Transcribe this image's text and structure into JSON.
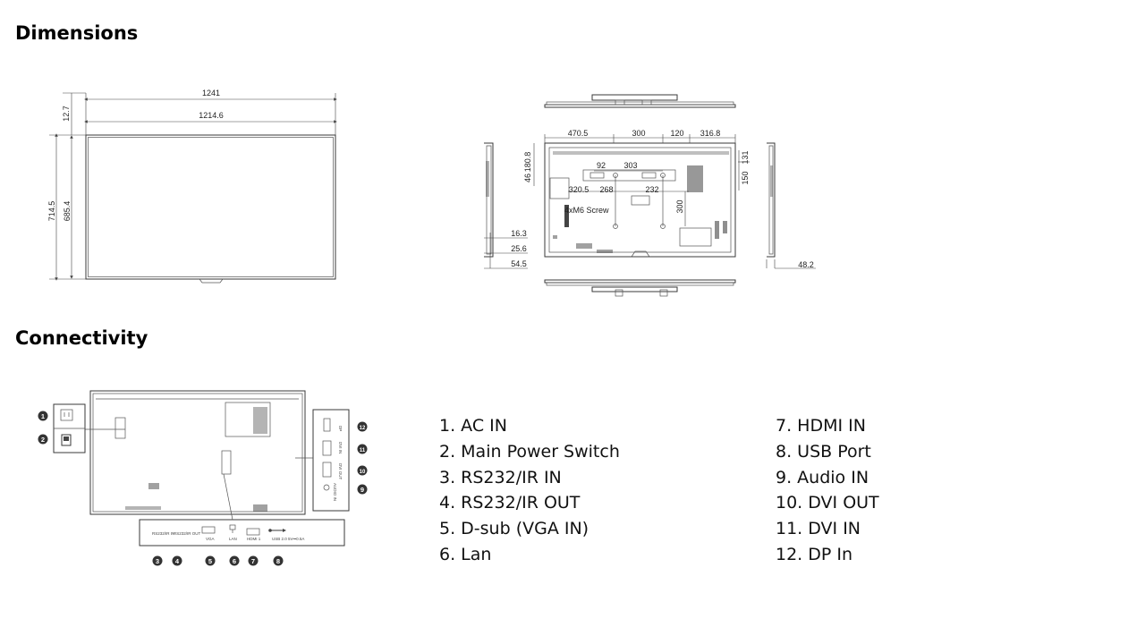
{
  "sections": {
    "dimensions_title": "Dimensions",
    "connectivity_title": "Connectivity"
  },
  "front_view": {
    "dims": {
      "width_outer": "1241",
      "width_inner": "1214.6",
      "bezel_top": "12.7",
      "height_outer": "714.5",
      "height_inner": "685.4"
    }
  },
  "rear_view": {
    "dims": {
      "d1": "470.5",
      "d2": "300",
      "d3": "120",
      "d4": "316.8",
      "d5": "92",
      "d6": "303",
      "d7": "131",
      "d8": "46",
      "d9": "180.8",
      "d10": "320.5",
      "d11": "268",
      "d12": "232",
      "d13": "150",
      "d14": "300",
      "screw": "4xM6 Screw",
      "s1": "16.3",
      "s2": "25.6",
      "s3": "54.5",
      "depth": "48.2"
    }
  },
  "panel_labels": {
    "rs232_in": "RS232/IR IN",
    "rs232_out": "RS232/IR OUT",
    "vga": "VGA",
    "lan": "LAN",
    "hdmi": "HDMI 1",
    "usb": "USB 2.0 5V⎓0.5A",
    "dp": "DP",
    "dvi_in": "DVI IN",
    "dvi_out": "DVI OUT",
    "audio_in": "AUDIO IN"
  },
  "badges": [
    "1",
    "2",
    "3",
    "4",
    "5",
    "6",
    "7",
    "8",
    "9",
    "10",
    "11",
    "12"
  ],
  "connectivity_list": {
    "left": [
      "1. AC IN",
      "2. Main Power Switch",
      "3. RS232/IR IN",
      "4. RS232/IR OUT",
      "5. D-sub (VGA IN)",
      "6. Lan"
    ],
    "right": [
      "7. HDMI IN",
      "8. USB Port",
      "9. Audio IN",
      "10. DVI OUT",
      "11. DVI IN",
      "12. DP In"
    ]
  },
  "icons": [
    "power-plug-icon",
    "power-switch-icon",
    "usb-icon",
    "lan-icon"
  ]
}
